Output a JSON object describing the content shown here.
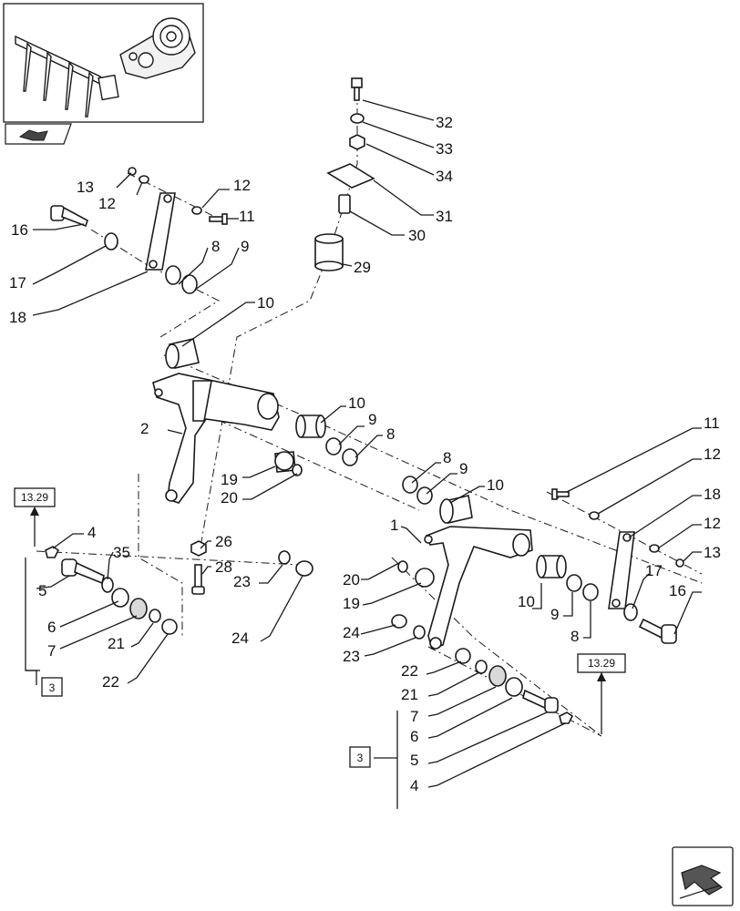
{
  "diagram": {
    "callouts": {
      "c32": "32",
      "c33": "33",
      "c34": "34",
      "c31": "31",
      "c30": "30",
      "c29": "29",
      "l13": "13",
      "l12a": "12",
      "l12b": "12",
      "l11": "11",
      "l16": "16",
      "l17": "17",
      "l18": "18",
      "l8a": "8",
      "l9a": "9",
      "l10a": "10",
      "l10b": "10",
      "l9b": "9",
      "l8b": "8",
      "l2": "2",
      "l19a": "19",
      "l20a": "20",
      "l4a": "4",
      "l35": "35",
      "l5a": "5",
      "l6a": "6",
      "l7a": "7",
      "l21a": "21",
      "l22a": "22",
      "l26": "26",
      "l28": "28",
      "l23a": "23",
      "l24a": "24",
      "l8c": "8",
      "l9c": "9",
      "l10c": "10",
      "l1": "1",
      "l20b": "20",
      "l19b": "19",
      "l24b": "24",
      "l23b": "23",
      "l10d": "10",
      "l9d": "9",
      "l8d": "8",
      "r11": "11",
      "r12a": "12",
      "r18": "18",
      "r12b": "12",
      "r13": "13",
      "r17": "17",
      "r16": "16",
      "l22b": "22",
      "l21b": "21",
      "l7b": "7",
      "l6b": "6",
      "l5b": "5",
      "l4b": "4"
    },
    "references": {
      "left_ref": "13.29",
      "right_ref": "13.29",
      "left_group": "3",
      "right_group": "3"
    }
  },
  "icons": {
    "thumbnail": "assembly-thumbnail",
    "nav_small": "navigation-arrow-icon",
    "nav_large": "next-page-arrow-icon"
  }
}
